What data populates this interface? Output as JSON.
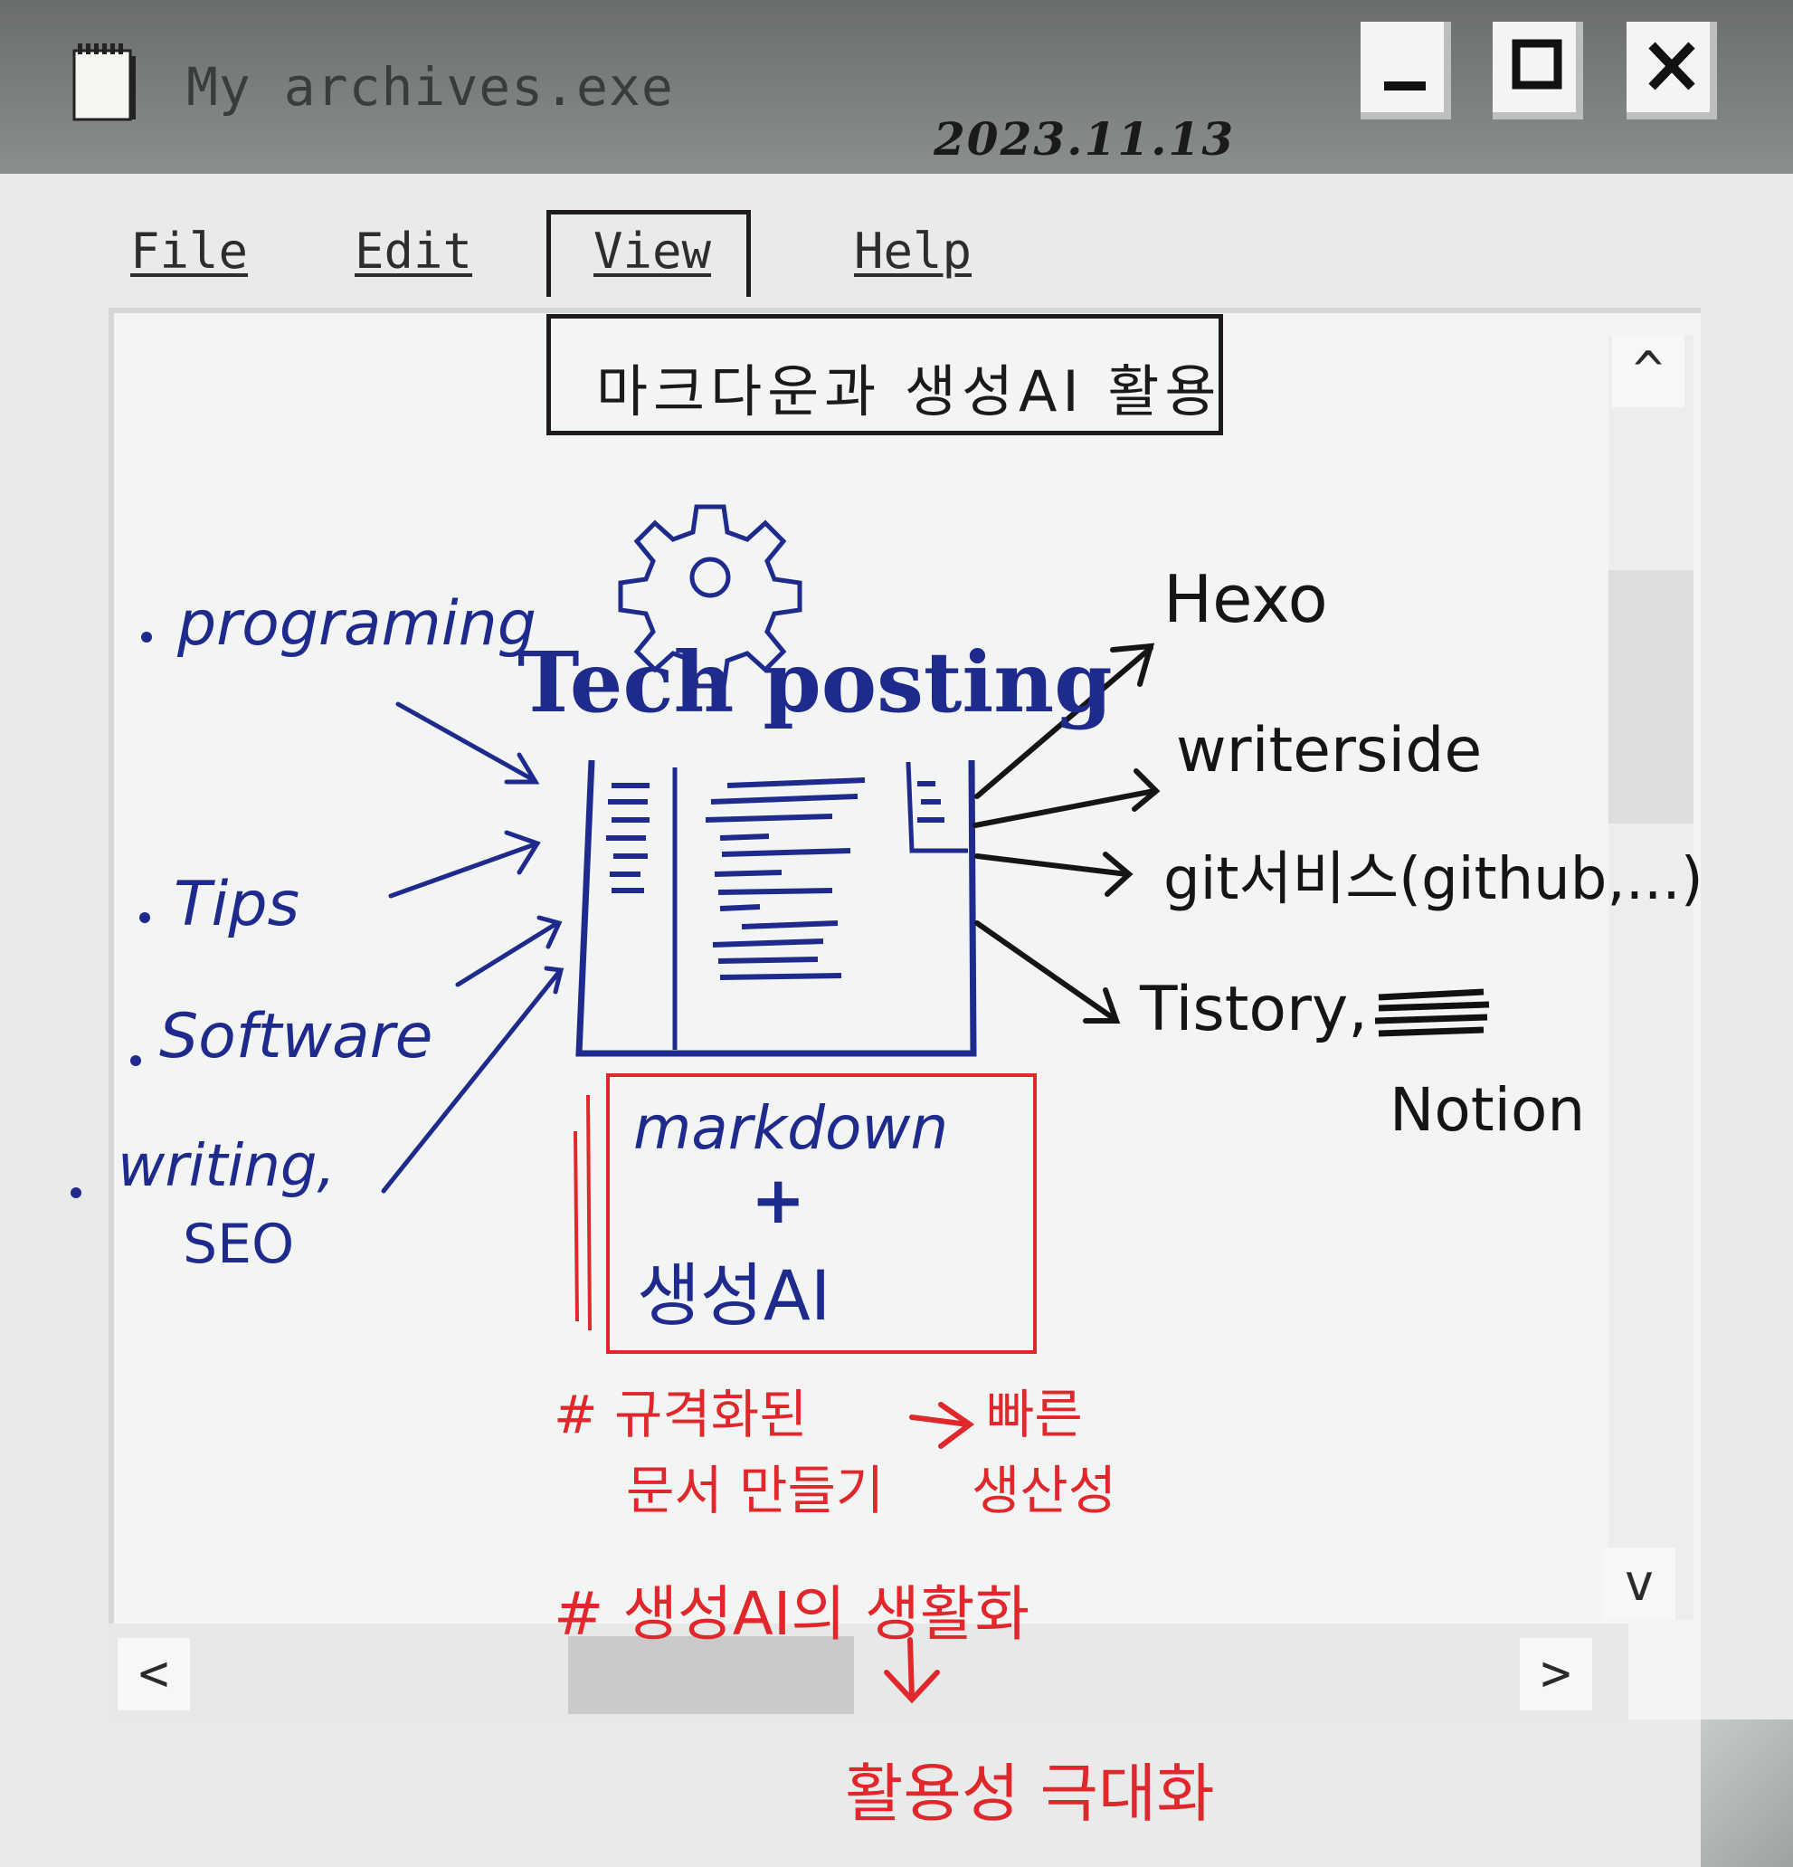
{
  "window": {
    "title": "My archives.exe",
    "date": "2023.11.13",
    "controls": {
      "minimize": "_",
      "maximize": "□",
      "close": "X"
    }
  },
  "menu": {
    "items": [
      "File",
      "Edit",
      "View",
      "Help"
    ],
    "active": "View",
    "dropdown_item": "마크다운과 생성AI 활용"
  },
  "diagram": {
    "center_title": "Tech posting",
    "inputs": [
      "programing",
      "Tips",
      "Software",
      "writing,",
      "SEO"
    ],
    "outputs": [
      "Hexo",
      "writerside",
      "git서비스(github,...)",
      "Tistory,",
      "Notion"
    ],
    "core_box": {
      "line1": "markdown",
      "line2": "+",
      "line3": "생성AI"
    },
    "notes": {
      "note1_line1": "# 규격화된",
      "note1_line2": "문서 만들기",
      "note1_result_line1": "빠른",
      "note1_result_line2": "생산성",
      "note2": "# 생성AI의 생활화",
      "note2_result": "활용성 극대화"
    },
    "colors": {
      "inputs": "#1e2a8c",
      "outputs": "#151515",
      "notes": "#e0282c"
    }
  },
  "scrollbar": {
    "up": "^",
    "down": "v",
    "left": "<",
    "right": ">"
  }
}
